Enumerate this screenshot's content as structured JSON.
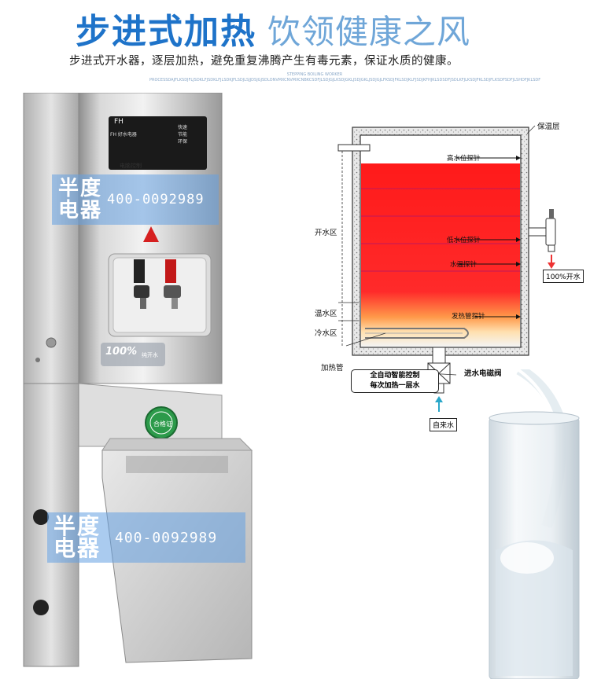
{
  "header": {
    "title_bold": "步进式加热",
    "title_light": "饮领健康之风",
    "subtitle": "步进式开水器，逐层加热，避免重复沸腾产生有毒元素，保证水质的健康。",
    "fine_print": "STEPPING BOILING WORKER PROCESSDAJFLKSDJFLJSDKLFJSDKLFJLSDKJFLSDJLSJJDSJGJSDLONVMXCNVMXCNBKCSDFJLSDJGJLKSDJGKLJSDJGKLJSDJGJLFKSDJFKLSDJKLFJSDJKFHJKLSDSDFJSDLKFJLKSDJFKLSDJFLKSDFSDFJLSHDFJKLSDF"
  },
  "product": {
    "brand_mark": "FH",
    "panel_brand": "FH 好水电器",
    "panel_features": [
      "快速",
      "节能",
      "环保"
    ],
    "panel_label": "电脑控制",
    "badge_text": "100%",
    "badge_sub": "纯开水",
    "seal_text": "合格证"
  },
  "watermarks": [
    {
      "brand_line1": "半度",
      "brand_line2": "电器",
      "phone": "400-0092989"
    },
    {
      "brand_line1": "半度",
      "brand_line2": "电器",
      "phone": "400-0092989"
    }
  ],
  "diagram": {
    "insulation": "保温层",
    "high_probe": "高水位探针",
    "low_probe": "低水位探针",
    "shortage_probe": "水温探针",
    "heat_probe": "发热管探针",
    "zone_boiling": "开水区",
    "zone_warm": "温水区",
    "zone_cold": "冷水区",
    "heater": "加热管",
    "control_line1": "全自动智能控制",
    "control_line2": "每次加热一层水",
    "inlet_valve": "进水电磁阀",
    "tap_water": "自来水",
    "outlet": "100%开水"
  },
  "colors": {
    "title_blue": "#1e73c9",
    "title_light_blue": "#6fa6d8",
    "hot_red": "#ff1a1a",
    "steel": "#c8c8c8"
  }
}
